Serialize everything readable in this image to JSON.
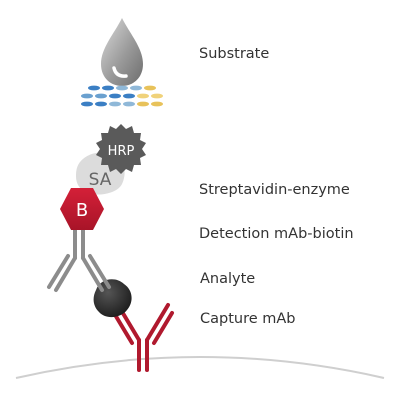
{
  "labels": {
    "substrate": "Substrate",
    "streptavidin_enzyme": "Streptavidin-enzyme",
    "detection": "Detection mAb-biotin",
    "analyte": "Analyte",
    "capture": "Capture mAb"
  },
  "markers": {
    "hrp": "HRP",
    "sa": "SA",
    "biotin": "B"
  },
  "colors": {
    "capture_antibody": "#b0192e",
    "biotin_hexagon": "#c8192f",
    "hrp": "#5a5a5a",
    "sa": "#dcdcdc",
    "analyte": "#2e2e2e",
    "detection_antibody": "#8c8c8c",
    "surface": "#cccccc"
  },
  "icons": {
    "drop": "droplet-icon",
    "dots": "substrate-dots"
  }
}
